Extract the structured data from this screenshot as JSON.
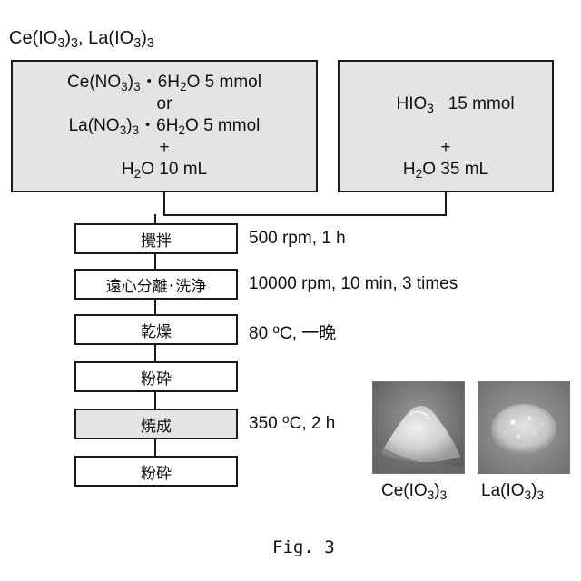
{
  "title": {
    "main": "Ce(IO",
    "sub1": "3",
    "sep": ")",
    "sub2": "3",
    "mid": ", La(IO",
    "sub3": "3",
    "end": ")",
    "sub4": "3"
  },
  "left_box": {
    "line1": {
      "a": "Ce(NO",
      "s1": "3",
      "b": ")",
      "s2": "3",
      "c": "・6H",
      "s3": "2",
      "d": "O 5 mmol"
    },
    "line2": "or",
    "line3": {
      "a": "La(NO",
      "s1": "3",
      "b": ")",
      "s2": "3",
      "c": "・6H",
      "s3": "2",
      "d": "O 5 mmol"
    },
    "line4": "+",
    "line5": {
      "a": "H",
      "s1": "2",
      "b": "O 10 mL"
    }
  },
  "right_box": {
    "line1": {
      "a": "HIO",
      "s1": "3",
      "b": "   15 mmol"
    },
    "line2": "+",
    "line3": {
      "a": "H",
      "s1": "2",
      "b": "O 35 mL"
    }
  },
  "steps": [
    {
      "label": "攪拌",
      "condition": "500 rpm, 1 h"
    },
    {
      "label": "遠心分離･洗浄",
      "condition": "10000 rpm, 10 min, 3 times"
    },
    {
      "label": "乾燥",
      "condition_a": "80 ",
      "condition_sup": "o",
      "condition_b": "C, 一晩"
    },
    {
      "label": "粉砕",
      "condition": ""
    },
    {
      "label": "焼成",
      "condition_a": "350 ",
      "condition_sup": "o",
      "condition_b": "C, 2 h"
    },
    {
      "label": "粉砕",
      "condition": ""
    }
  ],
  "photos": [
    {
      "caption": {
        "a": "Ce(IO",
        "s1": "3",
        "b": ")",
        "s2": "3"
      }
    },
    {
      "caption": {
        "a": "La(IO",
        "s1": "3",
        "b": ")",
        "s2": "3"
      }
    }
  ],
  "figure_label": "Fig. 3"
}
